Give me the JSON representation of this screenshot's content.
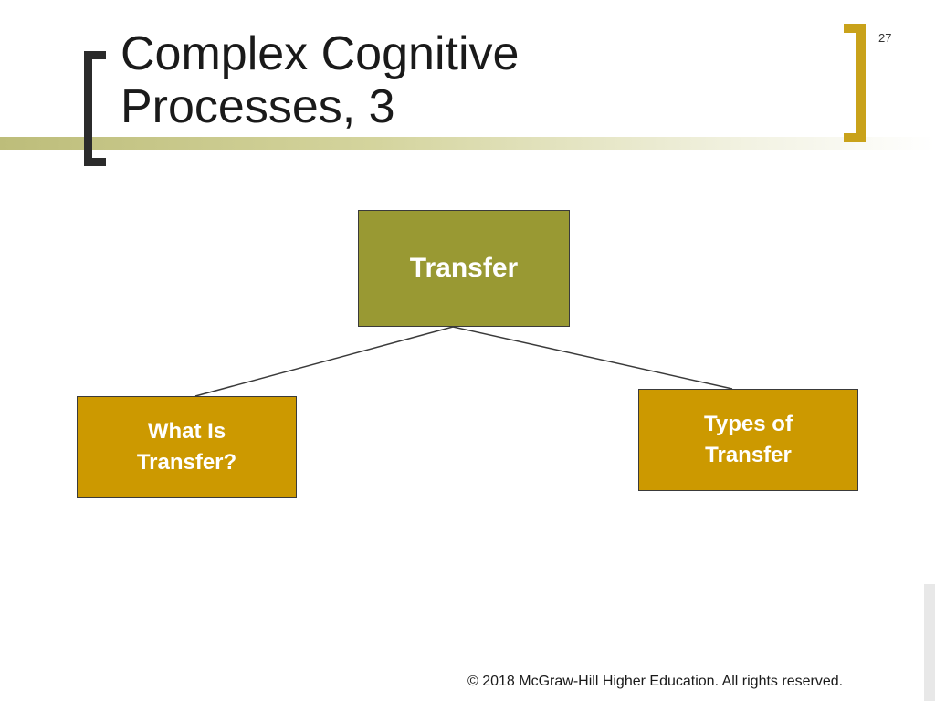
{
  "slide": {
    "title": "Complex Cognitive Processes, 3",
    "number": "27",
    "copyright": "© 2018 McGraw-Hill Higher Education. All rights reserved."
  },
  "diagram": {
    "root": {
      "label": "Transfer"
    },
    "children": [
      {
        "label": "What Is\nTransfer?"
      },
      {
        "label": "Types of\nTransfer"
      }
    ]
  },
  "colors": {
    "root_fill": "#999933",
    "child_fill": "#cc9900",
    "accent_bracket": "#c9a21a",
    "title_text": "#1a1a1a"
  }
}
